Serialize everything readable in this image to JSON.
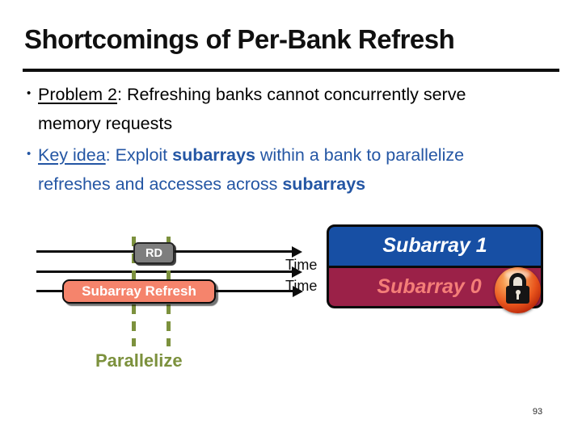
{
  "slide": {
    "title": "Shortcomings of Per-Bank Refresh",
    "page_number": "93",
    "bullet_glyph": "•"
  },
  "bullets": {
    "problem": {
      "line1_lead": "Problem 2",
      "line1_rest": ": Refreshing banks cannot concurrently serve",
      "line2": "memory requests"
    },
    "key_idea": {
      "line1_lead": "Key idea",
      "line1_seg1": ": Exploit ",
      "line1_bold": "subarrays",
      "line1_seg2": " within a bank to parallelize",
      "line2_seg1": "refreshes and accesses across ",
      "line2_bold": "subarrays"
    }
  },
  "diagram": {
    "rd_label": "RD",
    "refresh_label": "Subarray Refresh",
    "time_label_1": "Time",
    "time_label_2": "Time",
    "parallelize_label": "Parallelize",
    "subarray1_label": "Subarray 1",
    "subarray0_label": "Subarray 0",
    "lock_icon_meaning": "locked-subarray",
    "colors": {
      "key_idea_blue": "#2456a4",
      "olive_green": "#7c913d",
      "refresh_salmon": "#f5846c",
      "rd_gray": "#7e7e7e",
      "subarray1_blue": "#174fa4",
      "subarray0_crimson": "#9b2148",
      "subarray0_text_pink": "#f47e78",
      "lock_ball_red": "#e8541c"
    }
  }
}
